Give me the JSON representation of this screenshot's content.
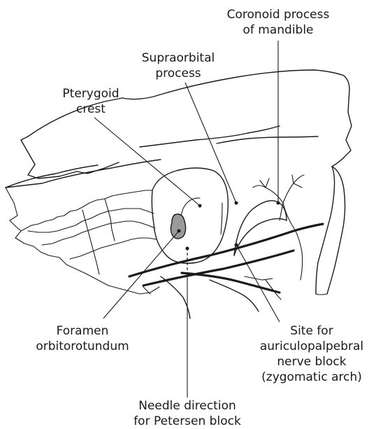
{
  "labels": {
    "coronoid_line1": "Coronoid process",
    "coronoid_line2": "of mandible",
    "supraorbital_line1": "Supraorbital",
    "supraorbital_line2": "process",
    "pterygoid_line1": "Pterygoid",
    "pterygoid_line2": "crest",
    "foramen_line1": "Foramen",
    "foramen_line2": "orbitorotundum",
    "site_line1": "Site for",
    "site_line2": "auriculopalpebral",
    "site_line3": "nerve block",
    "site_line4": "(zygomatic arch)",
    "needle_line1": "Needle direction",
    "needle_line2": "for Petersen block"
  },
  "colors": {
    "stroke": "#1a1a1a",
    "foramen_fill": "#9a9a9a",
    "background": "#ffffff"
  }
}
